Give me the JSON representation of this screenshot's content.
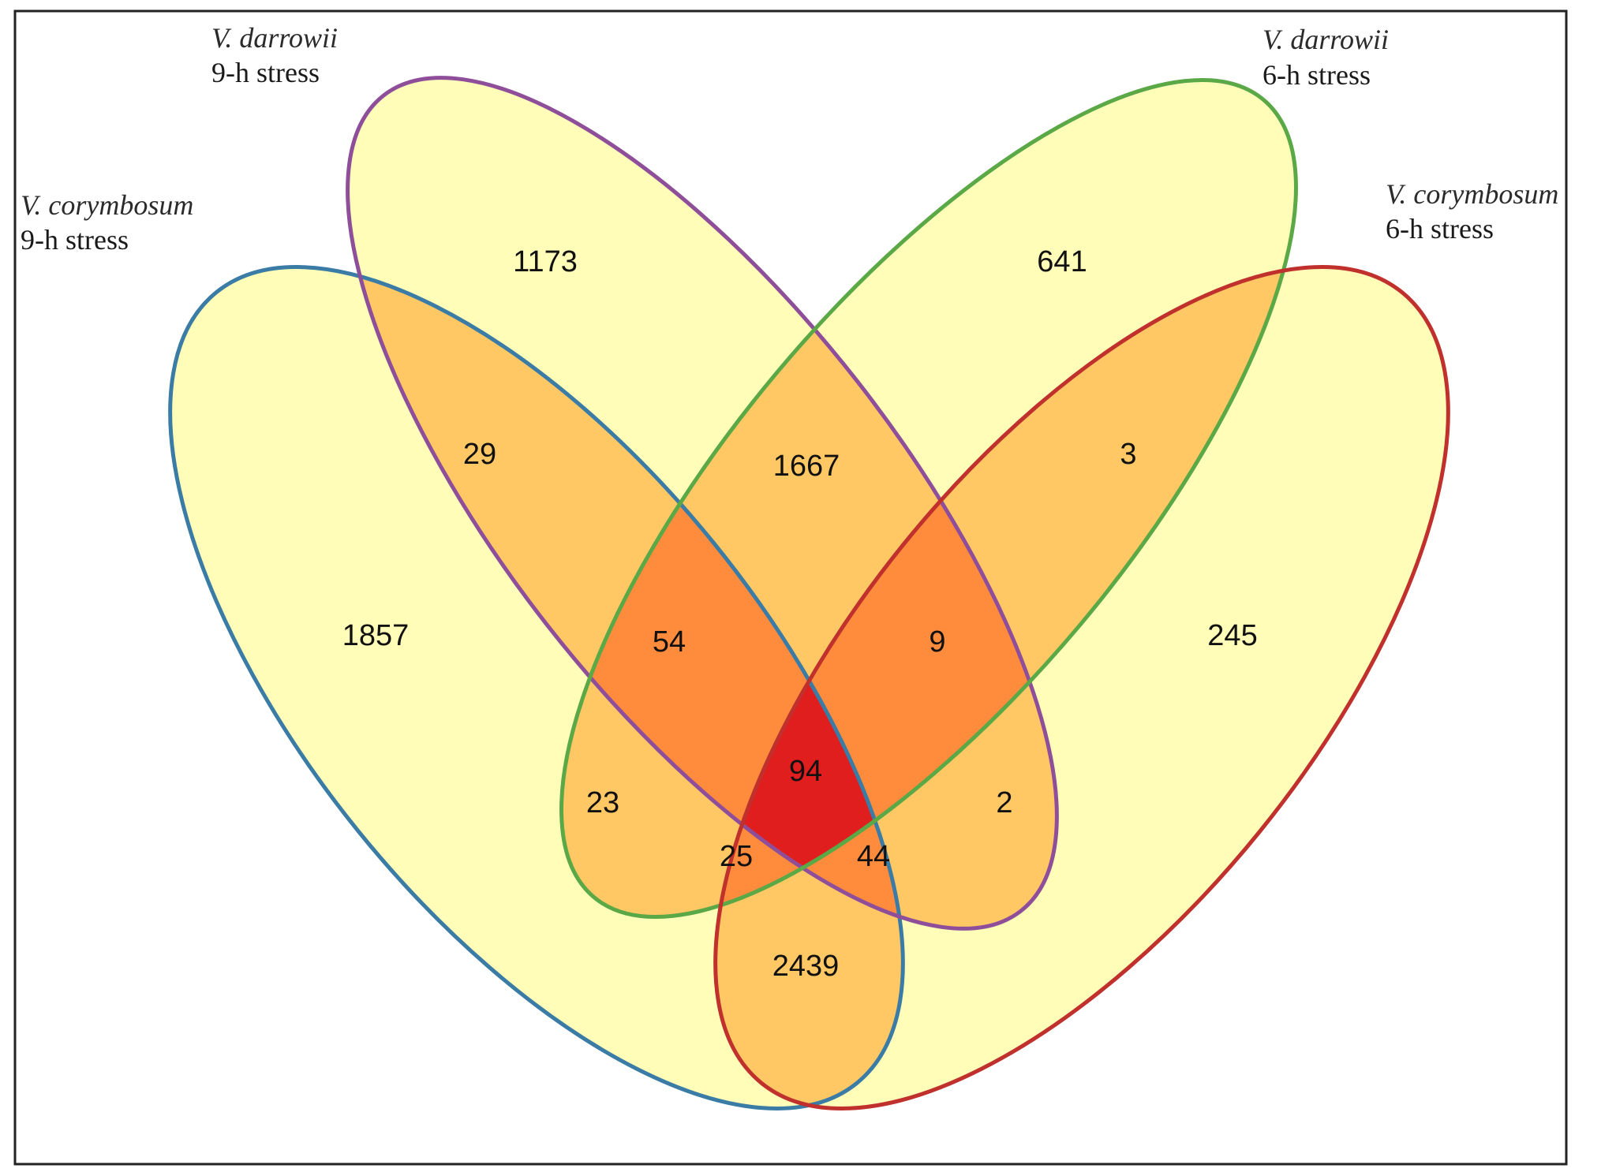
{
  "sets": [
    {
      "id": "vc9",
      "name": "V. corymbosum",
      "condition": "9-h stress",
      "stroke": "#3a7ca5"
    },
    {
      "id": "vd9",
      "name": "V. darrowii",
      "condition": "9-h stress",
      "stroke": "#8e4e9a"
    },
    {
      "id": "vd6",
      "name": "V. darrowii",
      "condition": "6-h stress",
      "stroke": "#5aa846"
    },
    {
      "id": "vc6",
      "name": "V. corymbosum",
      "condition": "6-h stress",
      "stroke": "#c0302c"
    }
  ],
  "fill_colors": {
    "one_set": "#fffdb8",
    "two_sets": "#ffc864",
    "three_sets": "#ff8c3c",
    "four_sets": "#e01e1e"
  },
  "regions": [
    {
      "sets": [
        "vc9"
      ],
      "count": "1857"
    },
    {
      "sets": [
        "vd9"
      ],
      "count": "1173"
    },
    {
      "sets": [
        "vd6"
      ],
      "count": "641"
    },
    {
      "sets": [
        "vc6"
      ],
      "count": "245"
    },
    {
      "sets": [
        "vc9",
        "vd9"
      ],
      "count": "29"
    },
    {
      "sets": [
        "vd9",
        "vd6"
      ],
      "count": "1667"
    },
    {
      "sets": [
        "vd6",
        "vc6"
      ],
      "count": "3"
    },
    {
      "sets": [
        "vc9",
        "vd6"
      ],
      "count": "23"
    },
    {
      "sets": [
        "vd9",
        "vc6"
      ],
      "count": "2"
    },
    {
      "sets": [
        "vc9",
        "vc6"
      ],
      "count": "2439"
    },
    {
      "sets": [
        "vc9",
        "vd9",
        "vd6"
      ],
      "count": "54"
    },
    {
      "sets": [
        "vd9",
        "vd6",
        "vc6"
      ],
      "count": "9"
    },
    {
      "sets": [
        "vc9",
        "vd6",
        "vc6"
      ],
      "count": "25"
    },
    {
      "sets": [
        "vc9",
        "vd9",
        "vc6"
      ],
      "count": "44"
    },
    {
      "sets": [
        "vc9",
        "vd9",
        "vd6",
        "vc6"
      ],
      "count": "94"
    }
  ]
}
